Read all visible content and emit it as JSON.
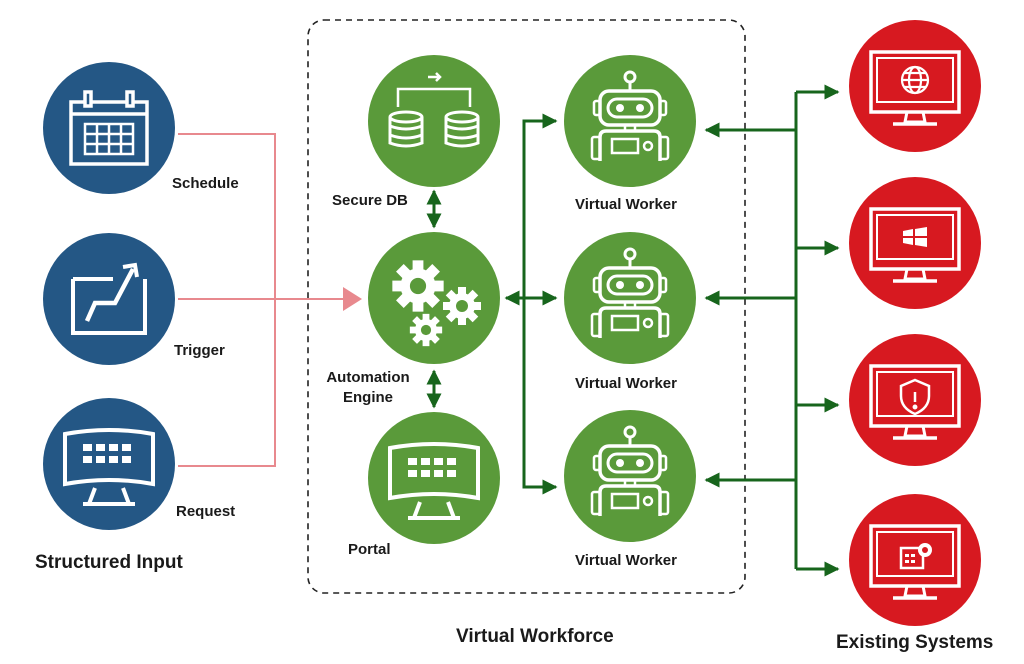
{
  "colors": {
    "input_blue": "#245785",
    "workforce_green": "#5a9a3a",
    "system_red": "#d71920",
    "arrow_green": "#17651c",
    "connector_pink": "#e8898e"
  },
  "inputs": [
    {
      "label": "Schedule",
      "icon": "calendar-icon"
    },
    {
      "label": "Trigger",
      "icon": "trend-chart-icon"
    },
    {
      "label": "Request",
      "icon": "monitor-grid-icon"
    }
  ],
  "inputs_title": "Structured Input",
  "workforce": {
    "title": "Virtual Workforce",
    "secure_db": {
      "label": "Secure DB",
      "icon": "database-sync-icon"
    },
    "engine": {
      "label_line1": "Automation",
      "label_line2": "Engine",
      "icon": "gears-icon"
    },
    "portal": {
      "label": "Portal",
      "icon": "monitor-grid-icon"
    },
    "workers": [
      {
        "label": "Virtual Worker",
        "icon": "robot-icon"
      },
      {
        "label": "Virtual Worker",
        "icon": "robot-icon"
      },
      {
        "label": "Virtual Worker",
        "icon": "robot-icon"
      }
    ]
  },
  "systems": {
    "title": "Existing Systems",
    "items": [
      {
        "icon": "web-monitor-icon"
      },
      {
        "icon": "windows-monitor-icon"
      },
      {
        "icon": "security-monitor-icon"
      },
      {
        "icon": "settings-monitor-icon"
      }
    ]
  }
}
